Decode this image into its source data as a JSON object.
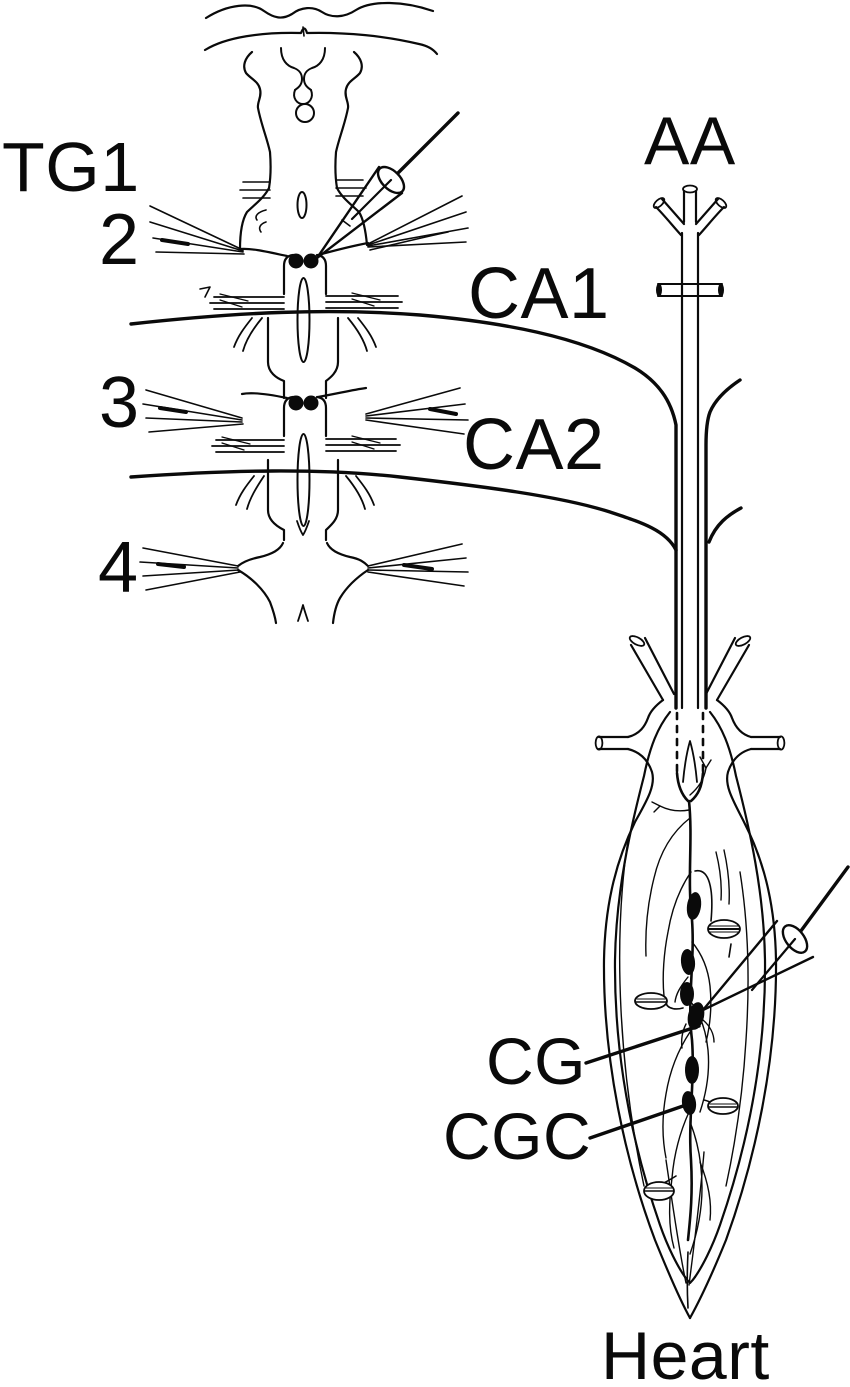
{
  "figure": {
    "colors": {
      "ink": "#0a0a0a",
      "background": "#ffffff"
    },
    "labels": {
      "tg1": "TG1",
      "g2": "2",
      "g3": "3",
      "g4": "4",
      "ca1": "CA1",
      "ca2": "CA2",
      "aa": "AA",
      "cg": "CG",
      "cgc": "CGC",
      "heart": "Heart"
    }
  }
}
